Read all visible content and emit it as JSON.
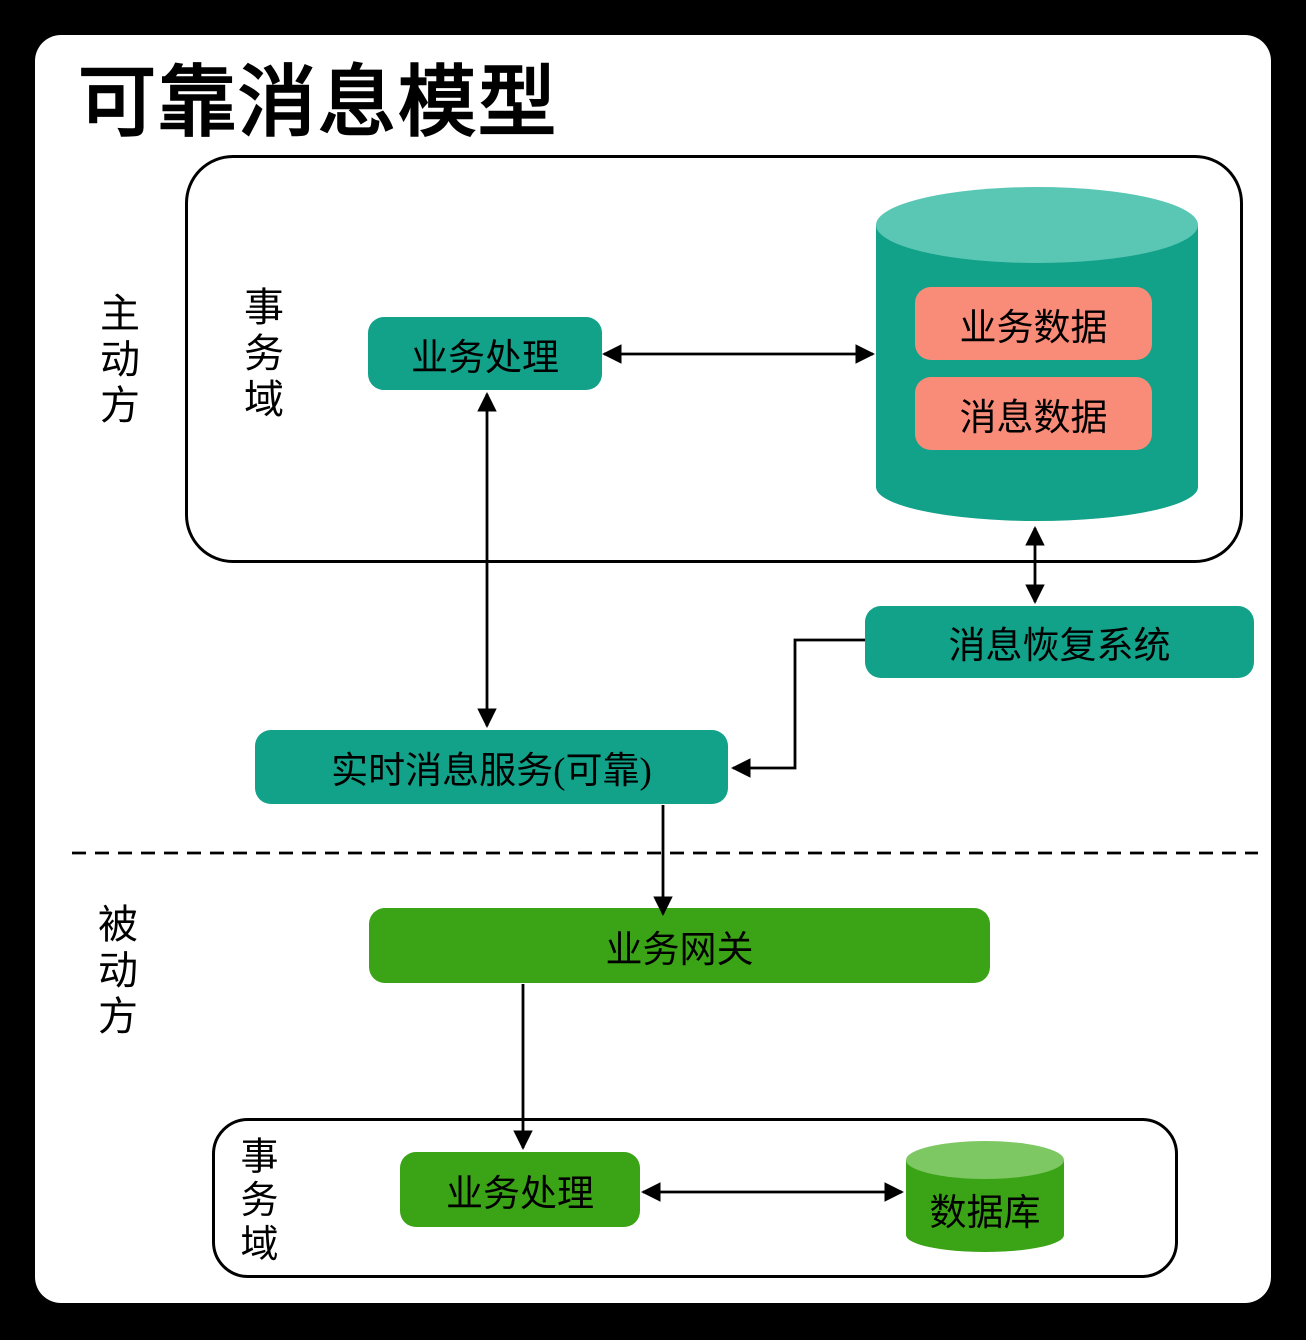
{
  "title": "可靠消息模型",
  "colors": {
    "teal": "#12A189",
    "teal_light": "#5AC7B5",
    "pink": "#F98B79",
    "green": "#3BA416",
    "green_light": "#7DC863",
    "ink": "#000000",
    "paper": "#ffffff"
  },
  "active_side": {
    "side_label": "主动方",
    "domain_label": "事务域",
    "business_process_label": "业务处理",
    "database": {
      "business_data_label": "业务数据",
      "message_data_label": "消息数据"
    },
    "message_recovery_label": "消息恢复系统",
    "realtime_service_label": "实时消息服务(可靠)"
  },
  "passive_side": {
    "side_label": "被动方",
    "domain_label": "事务域",
    "gateway_label": "业务网关",
    "business_process_label": "业务处理",
    "database_label": "数据库"
  }
}
